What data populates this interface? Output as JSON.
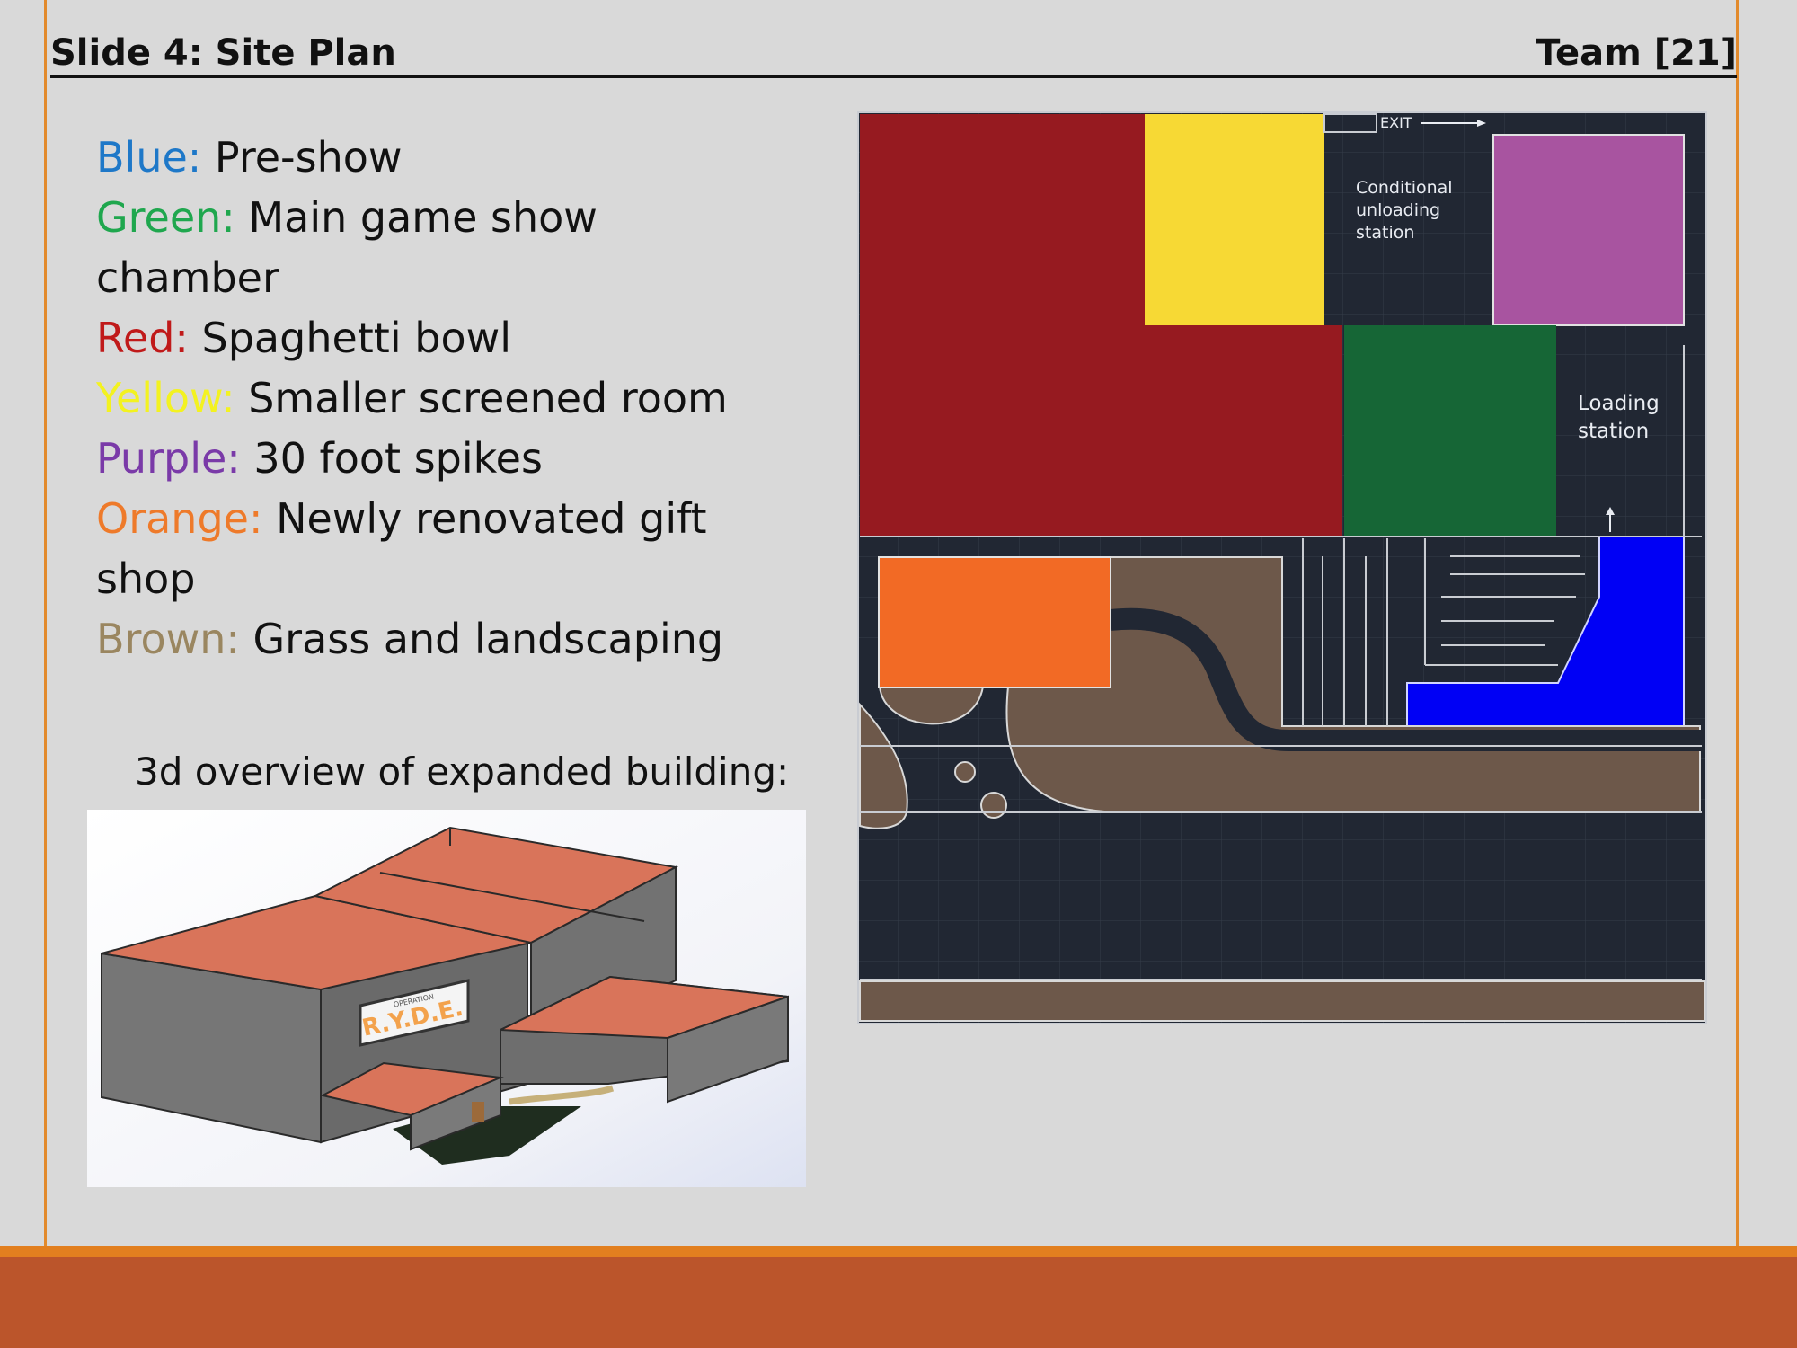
{
  "slide": {
    "title": "Slide 4: Site Plan",
    "team": "Team [21]"
  },
  "legend": [
    {
      "color_name": "Blue:",
      "color_hex": "#1e78c8",
      "description": "Pre-show"
    },
    {
      "color_name": "Green:",
      "color_hex": "#1fa74e",
      "description": "Main game show chamber"
    },
    {
      "color_name": "Red:",
      "color_hex": "#c01a1a",
      "description": "Spaghetti bowl"
    },
    {
      "color_name": "Yellow:",
      "color_hex": "#f3f220",
      "description": "Smaller screened room"
    },
    {
      "color_name": "Purple:",
      "color_hex": "#7a3aa8",
      "description": "30 foot spikes"
    },
    {
      "color_name": "Orange:",
      "color_hex": "#ee7a2a",
      "description": "Newly renovated gift shop"
    },
    {
      "color_name": "Brown:",
      "color_hex": "#9a8660",
      "description": "Grass and landscaping"
    }
  ],
  "overview_caption": "3d overview of expanded building:",
  "building_sign": {
    "top_text": "OPERATION",
    "main_text": "R.Y.D.E."
  },
  "site_plan": {
    "exit_label": "EXIT",
    "unloading_label": [
      "Conditional",
      "unloading",
      "station"
    ],
    "loading_label": [
      "Loading",
      "station"
    ],
    "zone_colors": {
      "red": "#961a20",
      "yellow": "#f7d934",
      "purple": "#a854a0",
      "green": "#166636",
      "blue": "#0000f5",
      "orange": "#f26a25",
      "brown": "#6d584a",
      "background": "#212733"
    }
  },
  "theme": {
    "accent_line": "#e28a2c",
    "footer": "#bb552b"
  }
}
